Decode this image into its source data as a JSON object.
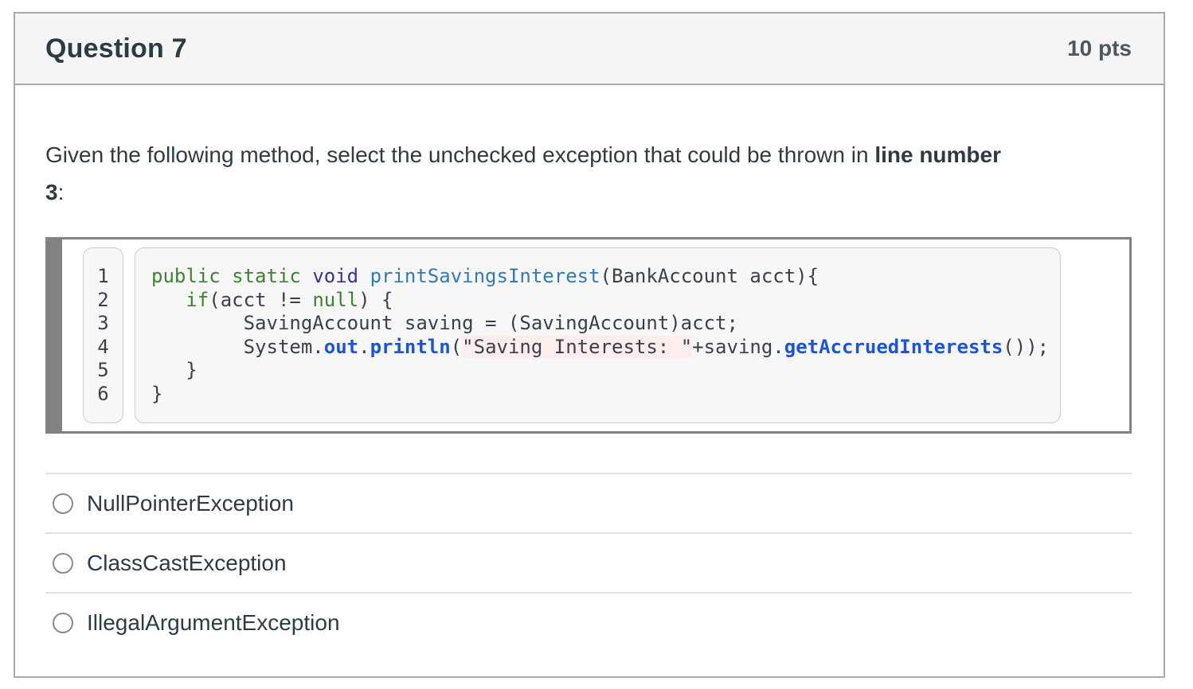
{
  "header": {
    "title": "Question 7",
    "points": "10 pts"
  },
  "prompt": {
    "line1_text": "Given the following method, select the unchecked exception that could be thrown in ",
    "line1_bold": "line number",
    "line2_bold": "3",
    "line2_text": ":"
  },
  "code": {
    "language": "java",
    "line_numbers": [
      "1",
      "2",
      "3",
      "4",
      "5",
      "6"
    ],
    "plain_text": "public static void printSavingsInterest(BankAccount acct){\n   if(acct != null) {\n        SavingAccount saving = (SavingAccount)acct;\n        System.out.println(\"Saving Interests: \"+saving.getAccruedInterests());\n   }\n}",
    "lines": [
      [
        {
          "c": "k",
          "t": "public"
        },
        {
          "c": "p",
          "t": " "
        },
        {
          "c": "k",
          "t": "static"
        },
        {
          "c": "p",
          "t": " "
        },
        {
          "c": "n",
          "t": "void"
        },
        {
          "c": "p",
          "t": " "
        },
        {
          "c": "f",
          "t": "printSavingsInterest"
        },
        {
          "c": "p",
          "t": "(BankAccount acct){"
        }
      ],
      [
        {
          "c": "p",
          "t": "   "
        },
        {
          "c": "k",
          "t": "if"
        },
        {
          "c": "p",
          "t": "(acct != "
        },
        {
          "c": "k",
          "t": "null"
        },
        {
          "c": "p",
          "t": ") {"
        }
      ],
      [
        {
          "c": "p",
          "t": "        SavingAccount saving = (SavingAccount)acct;"
        }
      ],
      [
        {
          "c": "p",
          "t": "        System."
        },
        {
          "c": "m",
          "t": "out"
        },
        {
          "c": "p",
          "t": "."
        },
        {
          "c": "m",
          "t": "println"
        },
        {
          "c": "p",
          "t": "("
        },
        {
          "c": "s",
          "t": "\"Saving Interests: \""
        },
        {
          "c": "p",
          "t": "+saving."
        },
        {
          "c": "m",
          "t": "getAccruedInterests"
        },
        {
          "c": "p",
          "t": "());"
        }
      ],
      [
        {
          "c": "p",
          "t": "   }"
        }
      ],
      [
        {
          "c": "p",
          "t": "}"
        }
      ]
    ]
  },
  "options": [
    {
      "label": "NullPointerException",
      "selected": false
    },
    {
      "label": "ClassCastException",
      "selected": false
    },
    {
      "label": "IllegalArgumentException",
      "selected": false
    }
  ],
  "colors": {
    "ink": "#2d3b45",
    "points": "#4c5760",
    "border": "#a9a9a9",
    "header_bg": "#f5f5f5",
    "code_border": "#828282",
    "box_bg": "#f7f7f7",
    "box_border": "#c9ced3",
    "code_ink": "#39414b",
    "keyword": "#3d8230",
    "type": "#3432a0",
    "function": "#2e7bbd",
    "method": "#1b55dd",
    "string_bg": "#fdeeed",
    "divider": "#e2e2e2",
    "radio": "#848c94"
  }
}
